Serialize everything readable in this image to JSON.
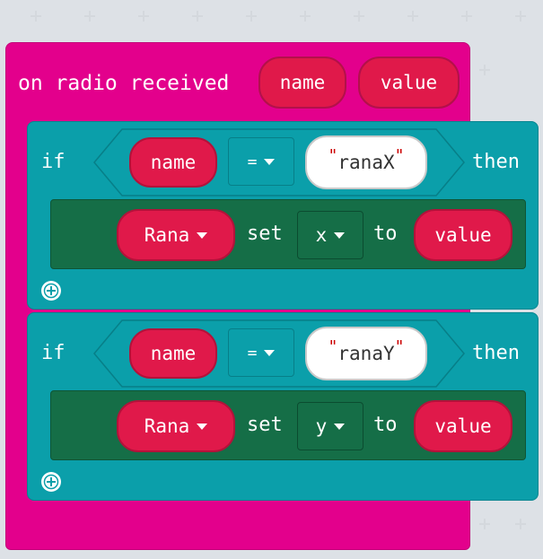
{
  "event_block": {
    "label": "on radio received",
    "param1": "name",
    "param2": "value"
  },
  "if_blocks": [
    {
      "if_label": "if",
      "then_label": "then",
      "left_var": "name",
      "operator": "=",
      "right_string": "ranaX",
      "set_block": {
        "sprite": "Rana",
        "set_label": "set",
        "property": "x",
        "to_label": "to",
        "value_var": "value"
      }
    },
    {
      "if_label": "if",
      "then_label": "then",
      "left_var": "name",
      "operator": "=",
      "right_string": "ranaY",
      "set_block": {
        "sprite": "Rana",
        "set_label": "set",
        "property": "y",
        "to_label": "to",
        "value_var": "value"
      }
    }
  ],
  "colors": {
    "event_block": "#e3008c",
    "if_block": "#0b9faa",
    "set_block": "#156e47",
    "variable": "#e0194a",
    "background": "#eceff2"
  },
  "icons": {
    "dropdown": "caret-down",
    "add": "plus-circle"
  }
}
